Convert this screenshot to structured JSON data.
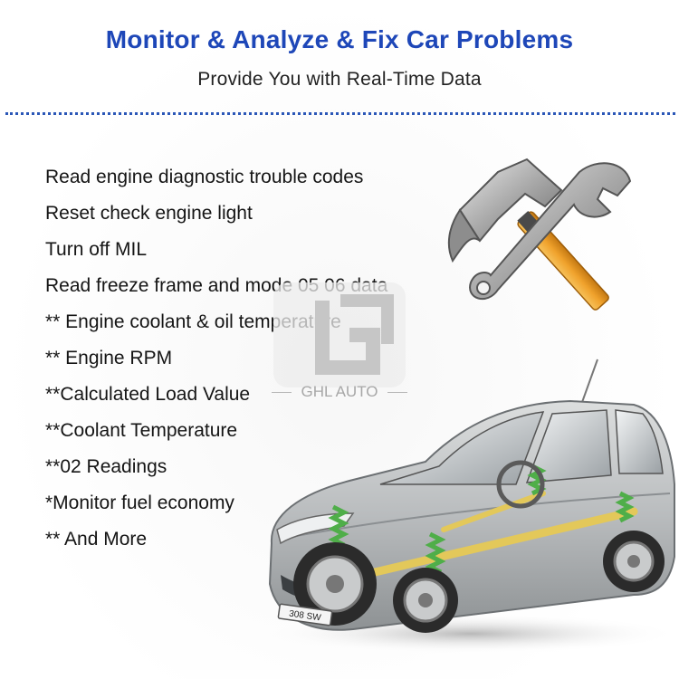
{
  "header": {
    "title": "Monitor & Analyze & Fix Car Problems",
    "subtitle": "Provide You with Real-Time Data"
  },
  "features": [
    "Read engine diagnostic trouble codes",
    "Reset check engine light",
    "Turn off MIL",
    "Read freeze frame and mode 05 06 data",
    "** Engine coolant & oil temperature",
    "** Engine RPM",
    "**Calculated Load Value",
    "**Coolant Temperature",
    "**02 Readings",
    "*Monitor fuel economy",
    "** And More"
  ],
  "watermark": {
    "label": "GHL AUTO"
  },
  "car": {
    "plate": "308 SW"
  },
  "icons": {
    "tools": "hammer-and-wrench-icon",
    "car": "car-suspension-illustration"
  },
  "colors": {
    "title": "#1e47b8",
    "divider": "#2b57b7",
    "car_body": "#b9bcbe",
    "suspension_spring": "#4fae49",
    "axle": "#e3c85a",
    "hammer_handle": "#f0a22c"
  }
}
